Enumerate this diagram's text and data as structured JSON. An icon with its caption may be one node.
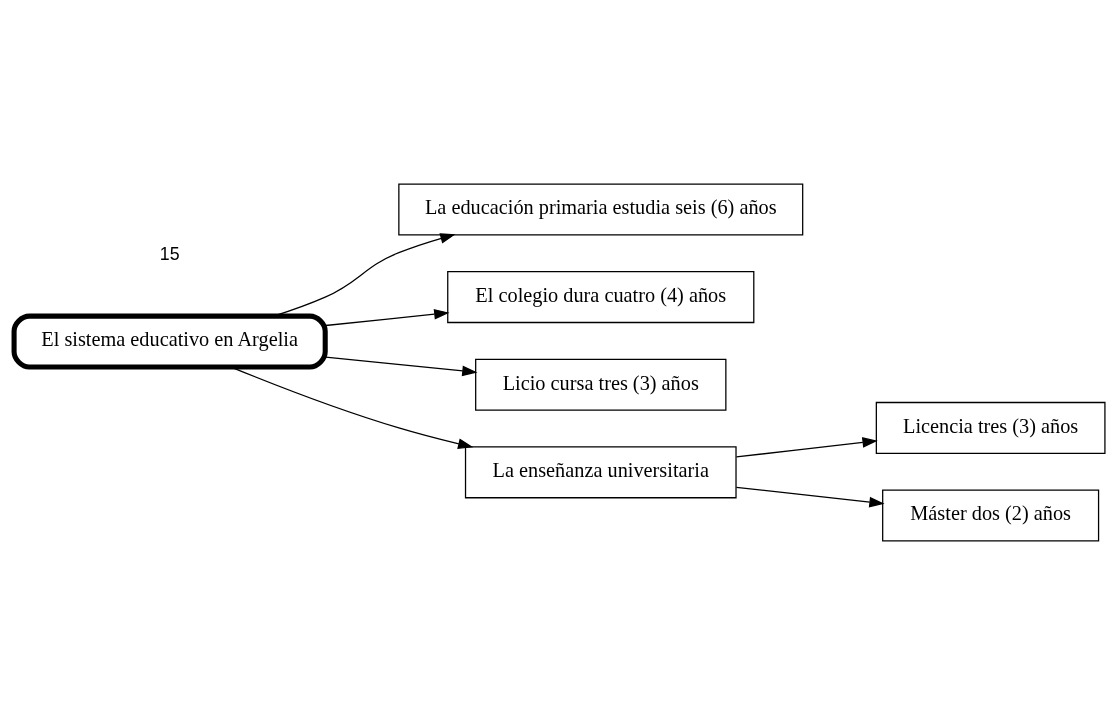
{
  "diagram": {
    "nodes": [
      {
        "text": [
          "El sistema educativo en Argelia"
        ]
      },
      {
        "text": [
          "La educación primaria estudia seis (6) años"
        ]
      },
      {
        "text": [
          "El colegio dura cuatro (4) años"
        ]
      },
      {
        "text": [
          "Licio cursa tres (3) años"
        ]
      },
      {
        "text": [
          "La enseñanza universitaria"
        ]
      },
      {
        "text": [
          "Licencia tres (3) años"
        ]
      },
      {
        "text": [
          "Máster dos (2) años"
        ]
      }
    ],
    "edges": [
      {
        "from": 0,
        "to": 1,
        "arrow": "to"
      },
      {
        "from": 0,
        "to": 2,
        "arrow": "to"
      },
      {
        "from": 0,
        "to": 3,
        "arrow": "to"
      },
      {
        "from": 0,
        "to": 4,
        "arrow": "to"
      },
      {
        "from": 4,
        "to": 5,
        "arrow": "to"
      },
      {
        "from": 4,
        "to": 6,
        "arrow": "to"
      }
    ],
    "labels": [
      "15"
    ]
  }
}
